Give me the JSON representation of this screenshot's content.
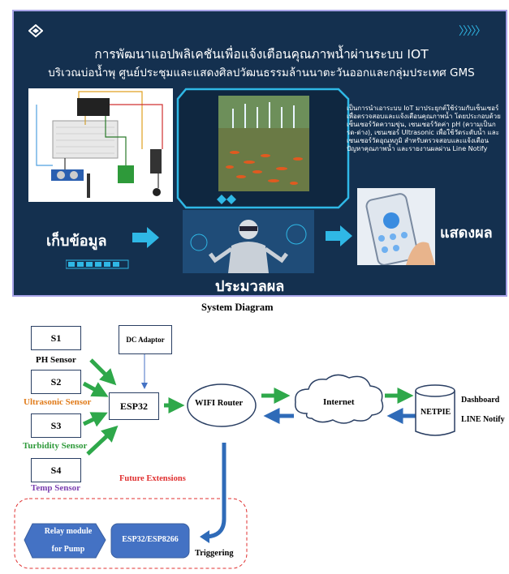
{
  "poster": {
    "title_line1": "การพัฒนาแอปพลิเคชันเพื่อแจ้งเตือนคุณภาพน้ำผ่านระบบ IOT",
    "title_line2": "บริเวณบ่อน้ำพุ ศูนย์ประชุมและแสดงศิลปวัฒนธรรมล้านนาตะวันออกและกลุ่มประเทศ GMS",
    "description": "เป็นการนำเอาระบบ IoT มาประยุกต์ใช้ร่วมกับเซ็นเซอร์เพื่อตรวจสอบและแจ้งเตือนคุณภาพน้ำ โดยประกอบด้วยเซ็นเซอร์วัดความขุ่น, เซนเซอร์วัดค่า pH (ความเป็นกรด-ด่าง), เซนเซอร์ Ultrasonic เพื่อใช้วัดระดับน้ำ และเซนเซอร์วัดอุณหภูมิ สำหรับตรวจสอบและแจ้งเตือนปัญหาคุณภาพน้ำ และรายงานผลผ่าน Line Notify",
    "step_collect": "เก็บข้อมูล",
    "step_process": "ประมวลผล",
    "step_display": "แสดงผล",
    "accent_color": "#2fb8e6",
    "background_color": "#14304f"
  },
  "diagram": {
    "title": "System Diagram",
    "sensors": [
      {
        "box": "S1",
        "label": "PH Sensor",
        "color": "#000000"
      },
      {
        "box": "S2",
        "label": "Ultrasonic Sensor",
        "color": "#e07b1a"
      },
      {
        "box": "S3",
        "label": "Turbidity Sensor",
        "color": "#2e9a3a"
      },
      {
        "box": "S4",
        "label": "Temp Sensor",
        "color": "#7b3fb0"
      }
    ],
    "dc_adaptor": "DC Adaptor",
    "esp32": "ESP32",
    "wifi_router": "WIFI Router",
    "internet": "Internet",
    "netpie": "NETPIE",
    "outputs": [
      "Dashboard",
      "LINE Notify"
    ],
    "future_extensions": "Future Extensions",
    "relay_line1": "Relay module",
    "relay_line2": "for Pump",
    "esp_ext": "ESP32/ESP8266",
    "triggering": "Triggering",
    "colors": {
      "green_arrow": "#2ea84a",
      "blue_arrow": "#2f6bb8",
      "box_blue": "#4472c4",
      "future_red": "#e03030"
    }
  }
}
